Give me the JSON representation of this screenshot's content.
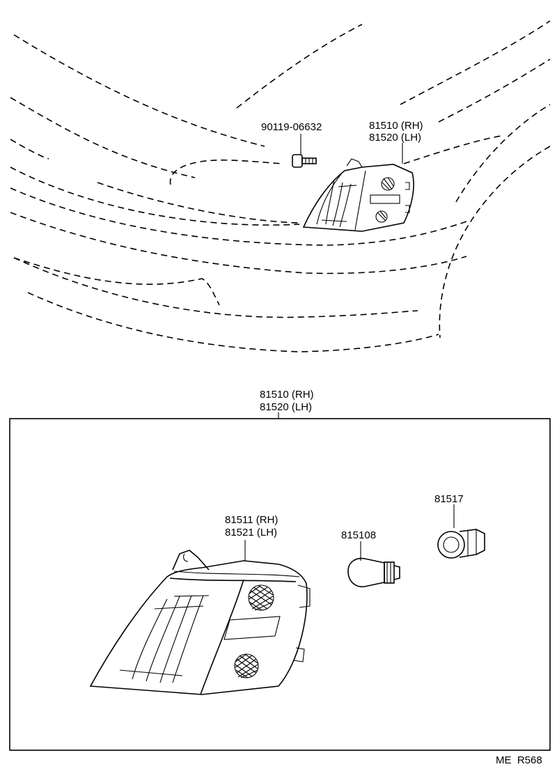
{
  "labels": {
    "bolt_part": "90119-06632",
    "assembly_top_rh": "81510 (RH)",
    "assembly_top_lh": "81520 (LH)",
    "assembly_box_rh": "81510 (RH)",
    "assembly_box_lh": "81520 (LH)",
    "lens_rh": "81511 (RH)",
    "lens_lh": "81521 (LH)",
    "bulb": "815108",
    "socket": "81517",
    "footer_code": "ME  R568"
  }
}
